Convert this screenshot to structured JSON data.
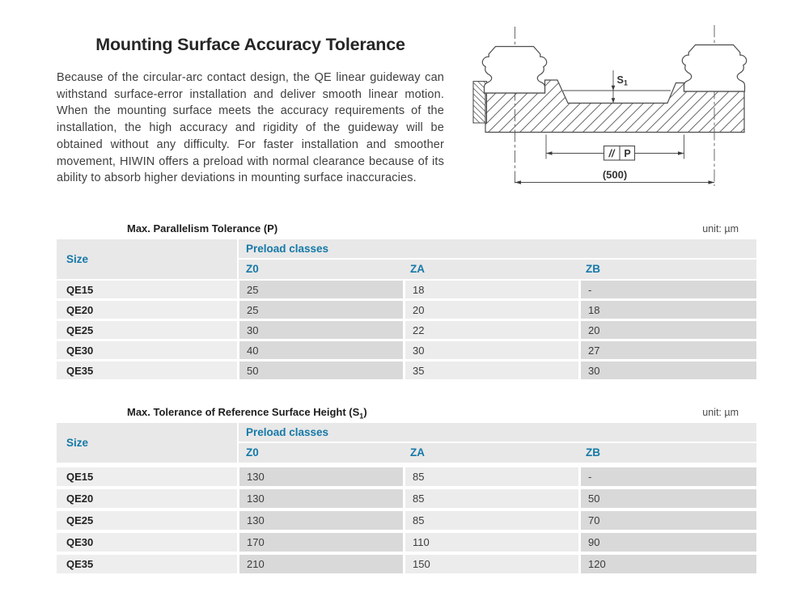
{
  "colors": {
    "accent_blue": "#1579a8",
    "header_bg": "#e8e8e8",
    "cell_dark": "#d9d9d9",
    "cell_light": "#ececec",
    "size_cell_bg": "#eeeeee"
  },
  "header": {
    "title": "Mounting Surface Accuracy Tolerance",
    "paragraph": "Because of the circular-arc contact design, the QE linear guideway can withstand surface-error installation and deliver smooth linear motion. When the mounting surface meets the accuracy requirements of the installation, the high accuracy and rigidity of the guideway will be obtained without any difficulty. For faster installation and smoother movement, HIWIN offers a preload with normal clearance because of its ability to absorb higher deviations in mounting surface inaccuracies."
  },
  "diagram": {
    "s1_label": "S",
    "s1_sub": "1",
    "parallel_symbol": "//",
    "parallel_datum": "P",
    "span_label": "(500)"
  },
  "tables": [
    {
      "title_prefix": "Max. Parallelism Tolerance (P)",
      "title_sub": "",
      "title_suffix": "",
      "unit": "unit: µm",
      "size_header": "Size",
      "group_header": "Preload classes",
      "columns": [
        "Z0",
        "ZA",
        "ZB"
      ],
      "rows": [
        {
          "size": "QE15",
          "values": [
            "25",
            "18",
            "-"
          ]
        },
        {
          "size": "QE20",
          "values": [
            "25",
            "20",
            "18"
          ]
        },
        {
          "size": "QE25",
          "values": [
            "30",
            "22",
            "20"
          ]
        },
        {
          "size": "QE30",
          "values": [
            "40",
            "30",
            "27"
          ]
        },
        {
          "size": "QE35",
          "values": [
            "50",
            "35",
            "30"
          ]
        }
      ]
    },
    {
      "title_prefix": "Max. Tolerance of Reference Surface Height (S",
      "title_sub": "1",
      "title_suffix": ")",
      "unit": "unit: µm",
      "size_header": "Size",
      "group_header": "Preload classes",
      "columns": [
        "Z0",
        "ZA",
        "ZB"
      ],
      "rows": [
        {
          "size": "QE15",
          "values": [
            "130",
            "85",
            "-"
          ]
        },
        {
          "size": "QE20",
          "values": [
            "130",
            "85",
            "50"
          ]
        },
        {
          "size": "QE25",
          "values": [
            "130",
            "85",
            "70"
          ]
        },
        {
          "size": "QE30",
          "values": [
            "170",
            "110",
            "90"
          ]
        },
        {
          "size": "QE35",
          "values": [
            "210",
            "150",
            "120"
          ]
        }
      ]
    }
  ]
}
